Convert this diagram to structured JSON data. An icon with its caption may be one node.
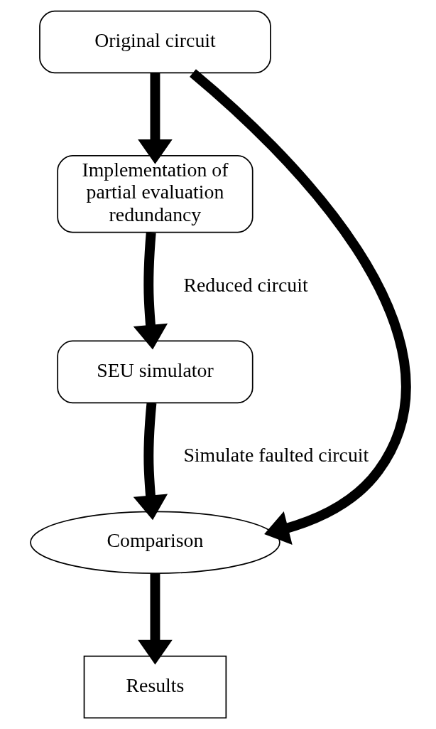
{
  "diagram": {
    "nodes": [
      {
        "text": [
          "Original circuit"
        ]
      },
      {
        "text": [
          "Implementation of partial evaluation redundancy"
        ]
      },
      {
        "text": [
          "SEU simulator"
        ]
      },
      {
        "text": [
          "Comparison"
        ]
      },
      {
        "text": [
          "Results"
        ]
      }
    ],
    "edges": [
      {
        "from": 0,
        "to": 1,
        "arrow": "to"
      },
      {
        "from": 1,
        "to": 2,
        "arrow": "to",
        "label": "Reduced circuit"
      },
      {
        "from": 2,
        "to": 3,
        "arrow": "to",
        "label": "Simulate faulted circuit"
      },
      {
        "from": 0,
        "to": 3,
        "arrow": "to"
      },
      {
        "from": 3,
        "to": 4,
        "arrow": "to"
      }
    ]
  }
}
